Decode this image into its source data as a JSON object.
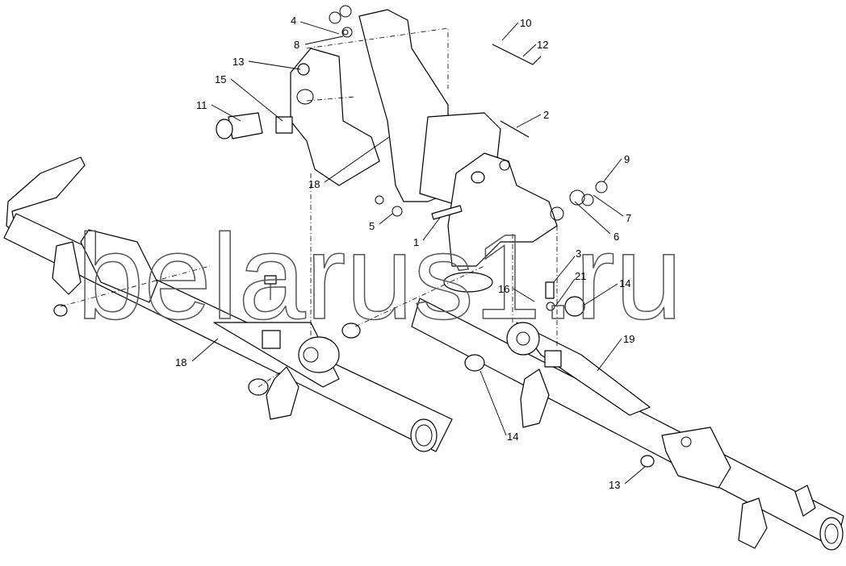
{
  "watermark": "belarus1.ru",
  "callouts": [
    {
      "label": "4"
    },
    {
      "label": "8"
    },
    {
      "label": "13"
    },
    {
      "label": "15"
    },
    {
      "label": "11"
    },
    {
      "label": "10"
    },
    {
      "label": "12"
    },
    {
      "label": "2"
    },
    {
      "label": "9"
    },
    {
      "label": "7"
    },
    {
      "label": "6"
    },
    {
      "label": "18"
    },
    {
      "label": "5"
    },
    {
      "label": "1"
    },
    {
      "label": "3"
    },
    {
      "label": "21"
    },
    {
      "label": "14"
    },
    {
      "label": "16"
    },
    {
      "label": "19"
    },
    {
      "label": "14"
    },
    {
      "label": "18"
    },
    {
      "label": "13"
    }
  ]
}
